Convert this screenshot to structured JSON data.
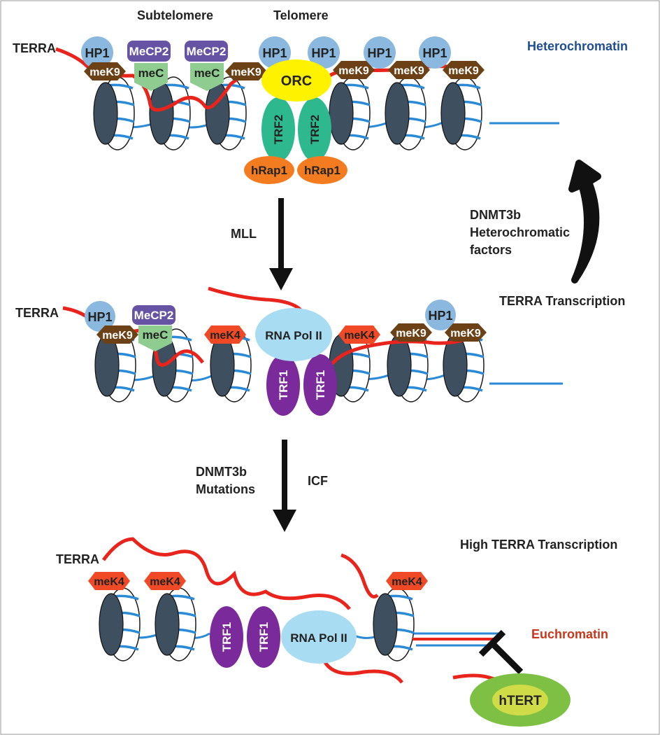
{
  "labels": {
    "subtelomere": "Subtelomere",
    "telomere": "Telomere",
    "terra_1": "TERRA",
    "terra_2": "TERRA",
    "terra_3": "TERRA",
    "heterochromatin": "Heterochromatin",
    "euchromatin": "Euchromatin",
    "mll": "MLL",
    "dnmt3b_factors_1": "DNMT3b",
    "dnmt3b_factors_2": "Heterochromatic",
    "dnmt3b_factors_3": "factors",
    "terra_transcription": "TERRA Transcription",
    "dnmt3b_mut_1": "DNMT3b",
    "dnmt3b_mut_2": "Mutations",
    "icf": "ICF",
    "high_terra": "High  TERRA Transcription"
  },
  "proteins": {
    "hp1": "HP1",
    "mecp2": "MeCP2",
    "mec": "meC",
    "mek9": "meK9",
    "mek4": "meK4",
    "orc": "ORC",
    "trf2": "TRF2",
    "trf1": "TRF1",
    "hrap1": "hRap1",
    "rnapol": "RNA Pol II",
    "htert": "hTERT"
  },
  "colors": {
    "terra_rna": "#e8241c",
    "dna": "#2a8ad6",
    "nucleosome_face": "#3e4f5f",
    "hp1": "#8ab8de",
    "mecp2": "#6653a4",
    "mec": "#8fcc8f",
    "mek9": "#6b4115",
    "mek4": "#ef4a25",
    "orc": "#fff200",
    "trf2": "#2db88e",
    "trf1": "#7a2a9a",
    "hrap1": "#f47c20",
    "rnapol": "#a8dcf2",
    "htert": "#7dc043",
    "heterochromatin_text": "#1f4e8f",
    "euchromatin_text": "#c8371b"
  }
}
